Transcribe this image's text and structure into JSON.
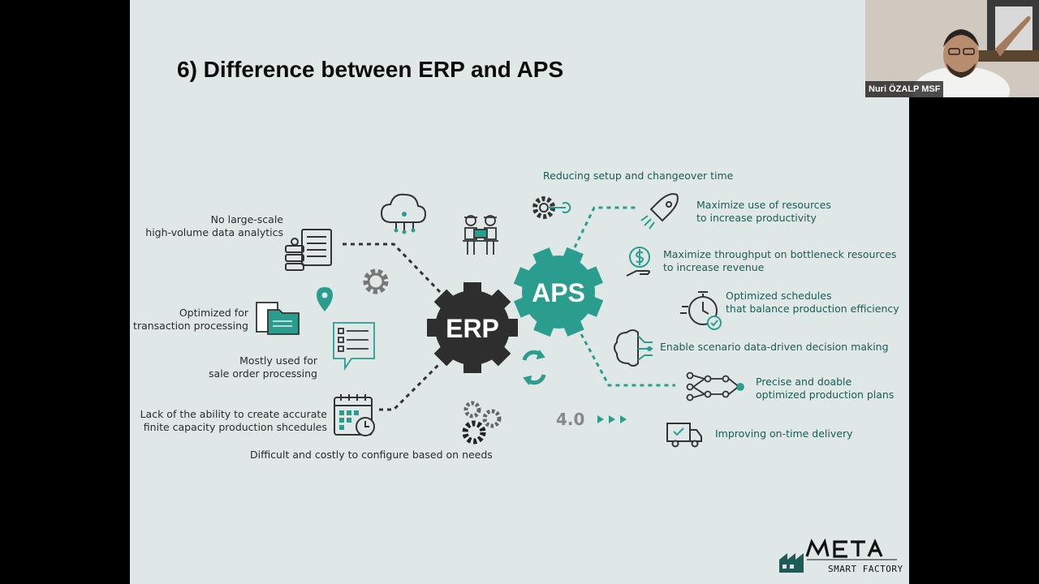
{
  "slide": {
    "title": "6) Difference between ERP and APS",
    "erp_label": "ERP",
    "aps_label": "APS",
    "badge_40": "4.0",
    "erp_points": [
      [
        "No large-scale",
        "high-volume data analytics"
      ],
      [
        "Optimized for",
        "transaction processing"
      ],
      [
        "Mostly used for",
        "sale order processing"
      ],
      [
        "Lack of the ability to create accurate",
        "finite capacity production shcedules"
      ],
      [
        "Difficult and costly to configure based on needs"
      ]
    ],
    "aps_points": [
      [
        "Reducing setup and changeover time"
      ],
      [
        "Maximize use of resources",
        "to increase productivity"
      ],
      [
        "Maximize throughput on bottleneck resources",
        "to increase revenue"
      ],
      [
        "Optimized schedules",
        "that balance production efficiency"
      ],
      [
        "Enable scenario data-driven decision making"
      ],
      [
        "Precise and doable",
        "optimized production plans"
      ],
      [
        "Improving on-time delivery"
      ]
    ],
    "colors": {
      "background": "#dfe8e6",
      "erp_gear": "#2e2e2e",
      "aps_gear": "#2a9d8f",
      "icon_teal": "#2a9d8f",
      "icon_dark": "#333333",
      "text_teal": "#1d5b56"
    }
  },
  "logo": {
    "brand": "META",
    "tagline": "SMART FACTORY"
  },
  "video": {
    "participant_name": "Nuri ÖZALP MSF"
  }
}
